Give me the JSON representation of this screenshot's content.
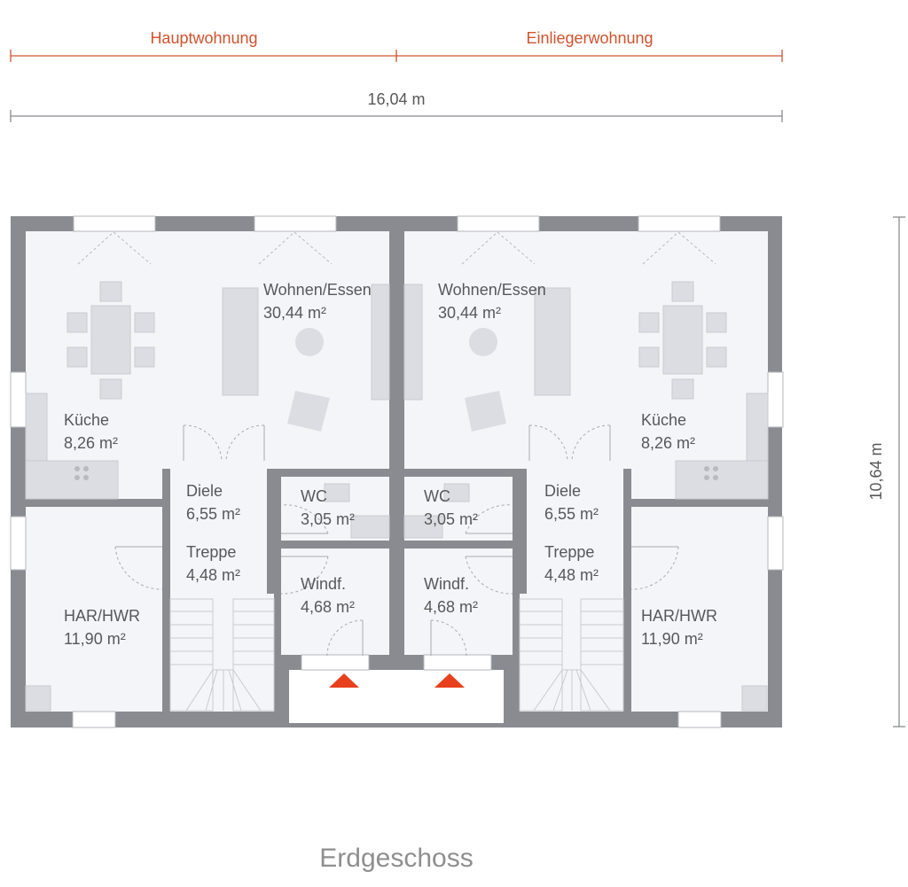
{
  "sections": {
    "left": "Hauptwohnung",
    "right": "Einliegerwohnung"
  },
  "dimensions": {
    "width": "16,04 m",
    "depth": "10,64 m"
  },
  "caption": "Erdgeschoss",
  "rooms_left": [
    {
      "name": "Wohnen/Essen",
      "area": "30,44 m²"
    },
    {
      "name": "Küche",
      "area": "8,26 m²"
    },
    {
      "name": "Diele",
      "area": "6,55 m²"
    },
    {
      "name": "WC",
      "area": "3,05 m²"
    },
    {
      "name": "Treppe",
      "area": "4,48 m²"
    },
    {
      "name": "Windf.",
      "area": "4,68 m²"
    },
    {
      "name": "HAR/HWR",
      "area": "11,90 m²"
    }
  ],
  "rooms_right": [
    {
      "name": "Wohnen/Essen",
      "area": "30,44 m²"
    },
    {
      "name": "Küche",
      "area": "8,26 m²"
    },
    {
      "name": "Diele",
      "area": "6,55 m²"
    },
    {
      "name": "WC",
      "area": "3,05 m²"
    },
    {
      "name": "Treppe",
      "area": "4,48 m²"
    },
    {
      "name": "Windf.",
      "area": "4,68 m²"
    },
    {
      "name": "HAR/HWR",
      "area": "11,90 m²"
    }
  ],
  "colors": {
    "wall": "#8a8b90",
    "floor": "#f4f5f9",
    "furniture": "#dcdde3",
    "accent": "#d0532e",
    "entrance": "#e8401c"
  }
}
